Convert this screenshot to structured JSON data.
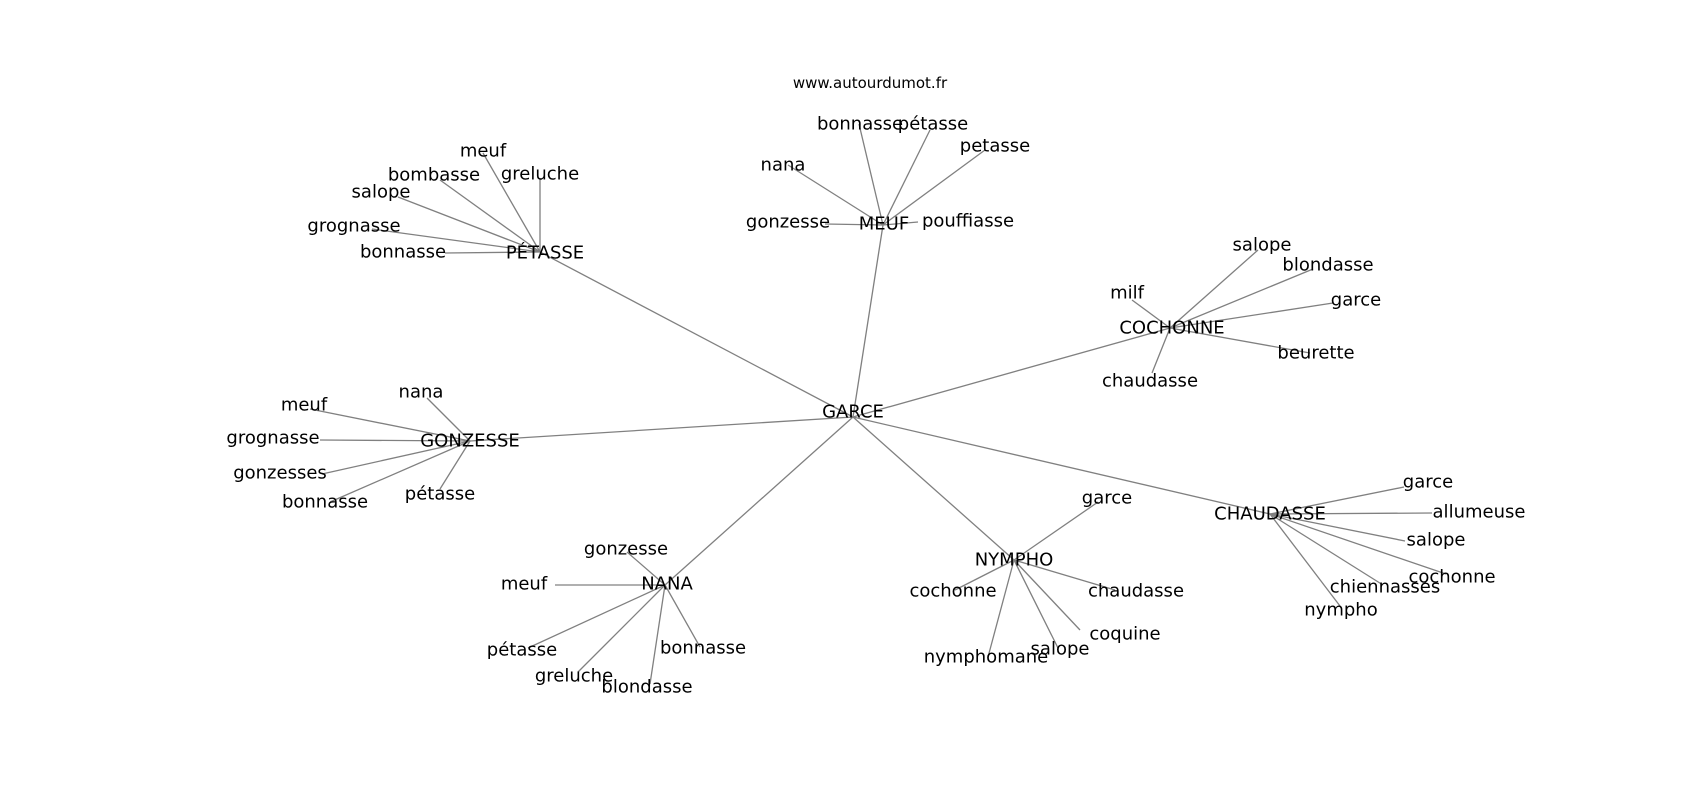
{
  "site": "www.autourdumot.fr",
  "graph": {
    "center": {
      "id": "garce",
      "label": "GARCE"
    },
    "hubs": [
      {
        "id": "petasse-hub",
        "label": "PÉTASSE",
        "leaves": [
          {
            "id": "petasse-meuf",
            "label": "meuf"
          },
          {
            "id": "petasse-greluche",
            "label": "greluche"
          },
          {
            "id": "petasse-bombasse",
            "label": "bombasse"
          },
          {
            "id": "petasse-salope",
            "label": "salope"
          },
          {
            "id": "petasse-grognasse",
            "label": "grognasse"
          },
          {
            "id": "petasse-bonnasse",
            "label": "bonnasse"
          }
        ]
      },
      {
        "id": "meuf-hub",
        "label": "MEUF",
        "leaves": [
          {
            "id": "meuf-bonnasse",
            "label": "bonnasse"
          },
          {
            "id": "meuf-petasse-accent",
            "label": "pétasse"
          },
          {
            "id": "meuf-petasse",
            "label": "petasse"
          },
          {
            "id": "meuf-nana",
            "label": "nana"
          },
          {
            "id": "meuf-gonzesse",
            "label": "gonzesse"
          },
          {
            "id": "meuf-pouffiasse",
            "label": "pouffiasse"
          }
        ]
      },
      {
        "id": "cochonne-hub",
        "label": "COCHONNE",
        "leaves": [
          {
            "id": "cochonne-salope",
            "label": "salope"
          },
          {
            "id": "cochonne-blondasse",
            "label": "blondasse"
          },
          {
            "id": "cochonne-milf",
            "label": "milf"
          },
          {
            "id": "cochonne-garce",
            "label": "garce"
          },
          {
            "id": "cochonne-beurette",
            "label": "beurette"
          },
          {
            "id": "cochonne-chaudasse",
            "label": "chaudasse"
          }
        ]
      },
      {
        "id": "gonzesse-hub",
        "label": "GONZESSE",
        "leaves": [
          {
            "id": "gonzesse-nana",
            "label": "nana"
          },
          {
            "id": "gonzesse-meuf",
            "label": "meuf"
          },
          {
            "id": "gonzesse-grognasse",
            "label": "grognasse"
          },
          {
            "id": "gonzesse-gonzesses",
            "label": "gonzesses"
          },
          {
            "id": "gonzesse-petasse",
            "label": "pétasse"
          },
          {
            "id": "gonzesse-bonnasse",
            "label": "bonnasse"
          }
        ]
      },
      {
        "id": "chaudasse-hub",
        "label": "CHAUDASSE",
        "leaves": [
          {
            "id": "chaudasse-garce",
            "label": "garce"
          },
          {
            "id": "chaudasse-allumeuse",
            "label": "allumeuse"
          },
          {
            "id": "chaudasse-salope",
            "label": "salope"
          },
          {
            "id": "chaudasse-cochonne",
            "label": "cochonne"
          },
          {
            "id": "chaudasse-chiennasses",
            "label": "chiennasses"
          },
          {
            "id": "chaudasse-nympho",
            "label": "nympho"
          }
        ]
      },
      {
        "id": "nympho-hub",
        "label": "NYMPHO",
        "leaves": [
          {
            "id": "nympho-garce",
            "label": "garce"
          },
          {
            "id": "nympho-cochonne",
            "label": "cochonne"
          },
          {
            "id": "nympho-chaudasse",
            "label": "chaudasse"
          },
          {
            "id": "nympho-coquine",
            "label": "coquine"
          },
          {
            "id": "nympho-salope",
            "label": "salope"
          },
          {
            "id": "nympho-nymphomane",
            "label": "nymphomane"
          }
        ]
      },
      {
        "id": "nana-hub",
        "label": "NANA",
        "leaves": [
          {
            "id": "nana-gonzesse",
            "label": "gonzesse"
          },
          {
            "id": "nana-meuf",
            "label": "meuf"
          },
          {
            "id": "nana-petasse",
            "label": "pétasse"
          },
          {
            "id": "nana-bonnasse",
            "label": "bonnasse"
          },
          {
            "id": "nana-greluche",
            "label": "greluche"
          },
          {
            "id": "nana-blondasse",
            "label": "blondasse"
          }
        ]
      }
    ]
  }
}
